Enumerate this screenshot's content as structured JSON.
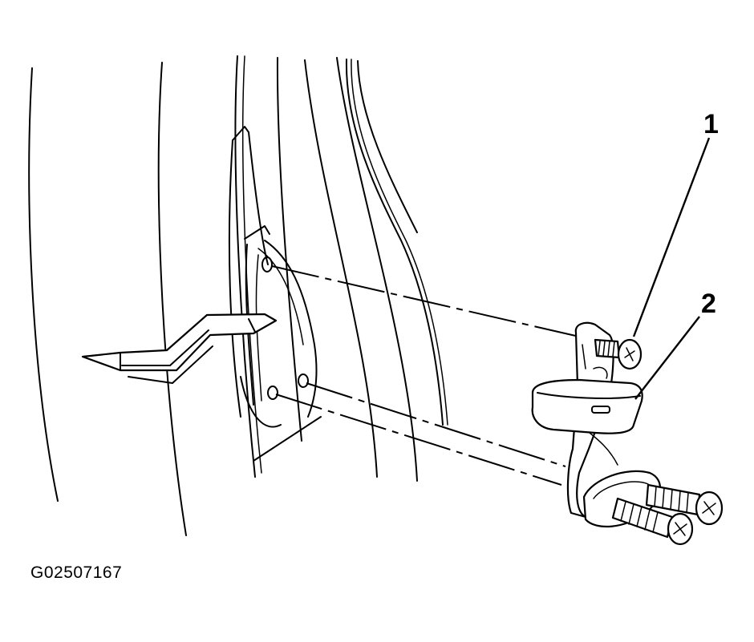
{
  "callouts": [
    {
      "label": "1"
    },
    {
      "label": "2"
    }
  ],
  "figure_id": "G02507167"
}
